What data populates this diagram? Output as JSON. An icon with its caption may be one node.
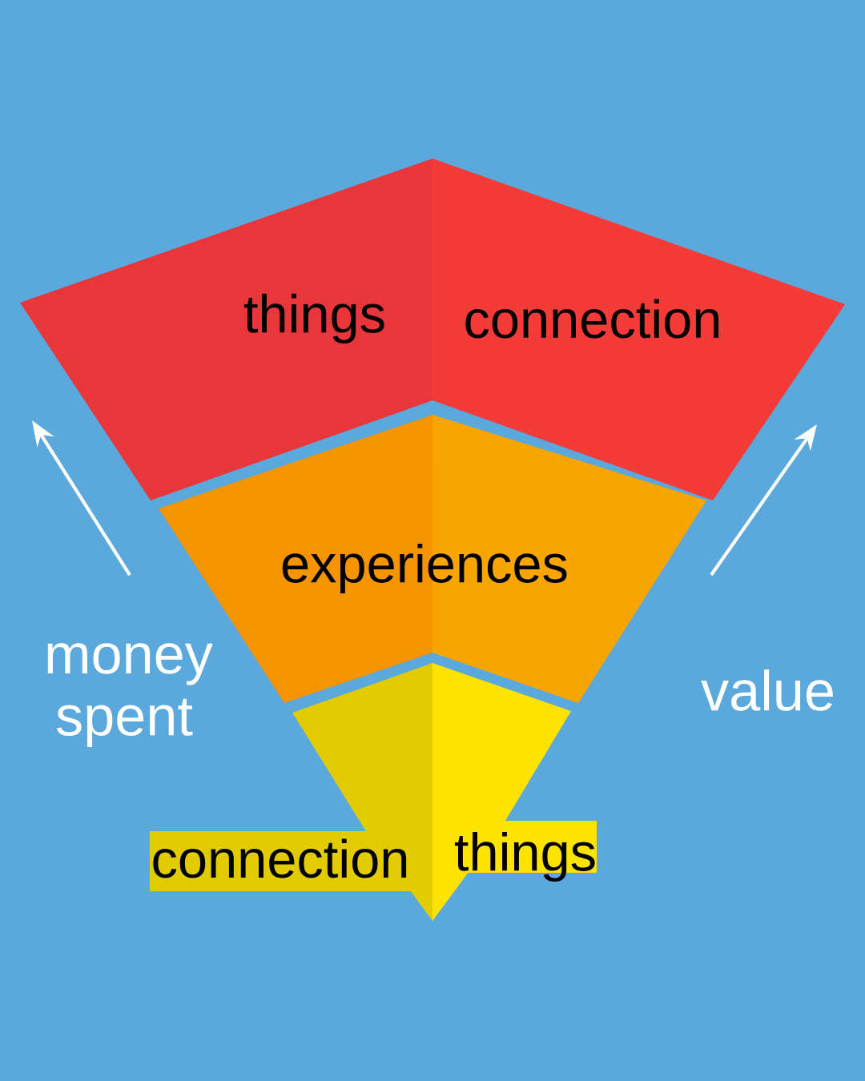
{
  "diagram": {
    "nodes": [
      {
        "text": [
          "things",
          "connection"
        ]
      },
      {
        "text": [
          "experiences"
        ]
      },
      {
        "text": [
          "connection",
          "things"
        ]
      }
    ],
    "labels": [
      "money spent",
      "value"
    ]
  }
}
